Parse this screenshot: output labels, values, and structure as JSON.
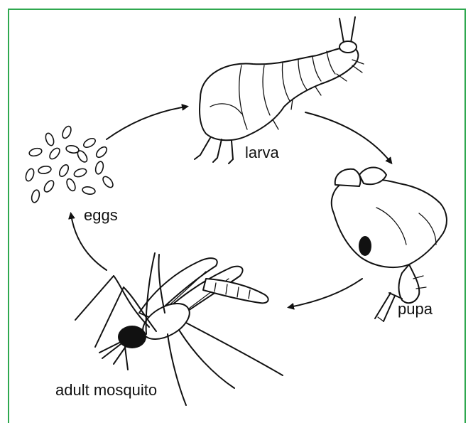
{
  "diagram": {
    "stages": {
      "larva": "larva",
      "pupa": "pupa",
      "eggs": "eggs",
      "adult": "adult mosquito"
    },
    "colors": {
      "frame": "#2fa84f",
      "ink": "#111111"
    }
  }
}
